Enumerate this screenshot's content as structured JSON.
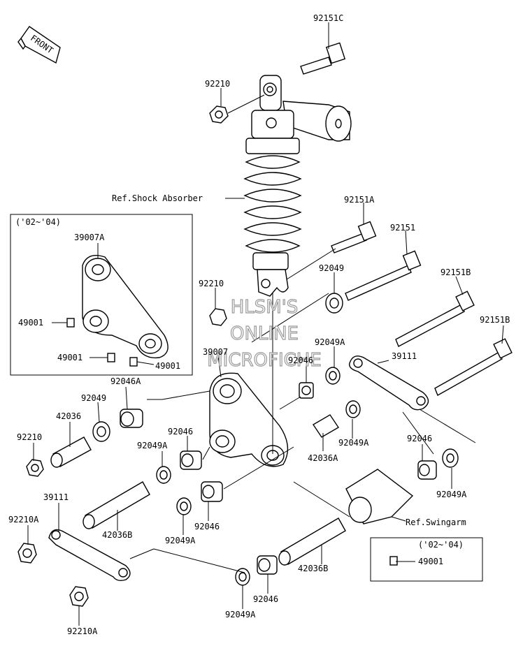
{
  "front_label": "FRONT",
  "watermark": [
    "HLSM'S",
    "ONLINE",
    "MICROFICHE"
  ],
  "inset_top": {
    "title": "('02~'04)"
  },
  "inset_bottom": {
    "title": "('02~'04)"
  },
  "refs": {
    "shock": "Ref.Shock Absorber",
    "swingarm": "Ref.Swingarm"
  },
  "labels": {
    "p92151C": "92151C",
    "p92210_top": "92210",
    "p92151A": "92151A",
    "p92151": "92151",
    "p92049": "92049",
    "p92151B_1": "92151B",
    "p92151B_2": "92151B",
    "p92210_mid": "92210",
    "p92049A_1": "92049A",
    "p39111_r": "39111",
    "p39007": "39007",
    "p92046_1": "92046",
    "p92046A": "92046A",
    "p92049_l": "92049",
    "p42036": "42036",
    "p92210_l": "92210",
    "p92046_2": "92046",
    "p92049A_2": "92049A",
    "p42036A": "42036A",
    "p92049A_3": "92049A",
    "p92046_3": "92046",
    "p92049A_4": "92049A",
    "p39111_l": "39111",
    "p92210A_1": "92210A",
    "p42036B_1": "42036B",
    "p92049A_5": "92049A",
    "p92046_4": "92046",
    "p42036B_2": "42036B",
    "p92046_5": "92046",
    "p92049A_6": "92049A",
    "p92210A_2": "92210A",
    "p39007A": "39007A",
    "p49001_1": "49001",
    "p49001_2": "49001",
    "p49001_3": "49001",
    "p49001_4": "49001"
  }
}
